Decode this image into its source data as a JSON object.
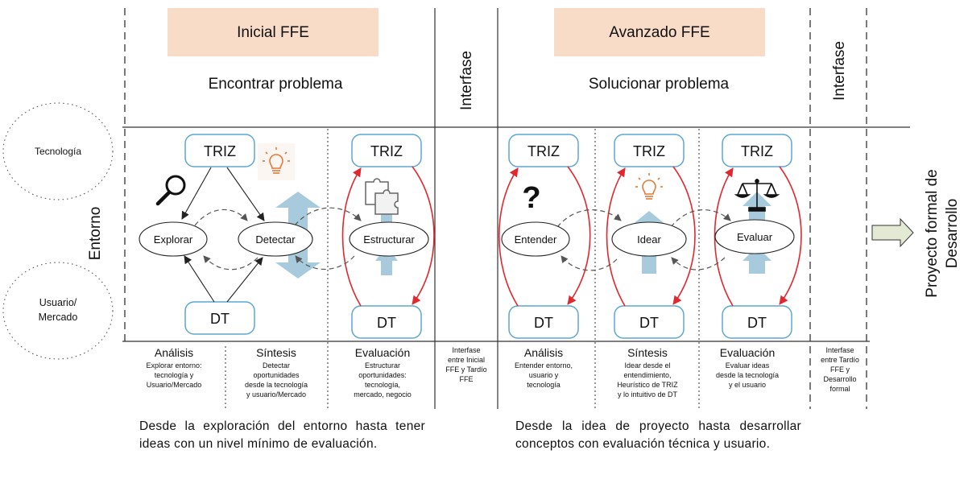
{
  "phases": {
    "initial_header": "Inicial FFE",
    "initial_subtitle": "Encontrar problema",
    "advanced_header": "Avanzado FFE",
    "advanced_subtitle": "Solucionar problema",
    "interface_label_1": "Interfase",
    "interface_label_2": "Interfase",
    "output_line1": "Proyecto formal de",
    "output_line2": "Desarrollo"
  },
  "environment": {
    "label": "Entorno",
    "technology": "Tecnología",
    "user_line1": "Usuario/",
    "user_line2": "Mercado"
  },
  "nodes": {
    "triz": "TRIZ",
    "dt": "DT",
    "explorar": "Explorar",
    "detectar": "Detectar",
    "estructurar": "Estructurar",
    "entender": "Entender",
    "idear": "Idear",
    "evaluar": "Evaluar"
  },
  "stages": [
    {
      "title": "Análisis",
      "lines": [
        "Explorar entorno:",
        "tecnología y",
        "Usuario/Mercado"
      ]
    },
    {
      "title": "Síntesis",
      "lines": [
        "Detectar",
        "oportunidades",
        "desde la tecnología",
        "y usuario/Mercado"
      ]
    },
    {
      "title": "Evaluación",
      "lines": [
        "Estructurar",
        "oportunidades:",
        "tecnología,",
        "mercado, negocio"
      ]
    },
    {
      "title": "",
      "lines": [
        "Interfase",
        "entre Inicial",
        "FFE y Tardío",
        "FFE"
      ]
    },
    {
      "title": "Análisis",
      "lines": [
        "Entender entorno,",
        "usuario y",
        "tecnología"
      ]
    },
    {
      "title": "Síntesis",
      "lines": [
        "Idear desde el",
        "entendimiento,",
        "Heurístico de TRIZ",
        "y lo intuitivo de DT"
      ]
    },
    {
      "title": "Evaluación",
      "lines": [
        "Evaluar ideas",
        "desde la tecnología",
        "y el usuario"
      ]
    },
    {
      "title": "",
      "lines": [
        "Interfase",
        "entre Tardío",
        "FFE y",
        "Desarrollo",
        "formal"
      ]
    }
  ],
  "footer": {
    "left": "Desde la exploración del entorno hasta tener ideas con un nivel mínimo de evaluación.",
    "right": "Desde la idea de proyecto hasta desarrollar conceptos con evaluación técnica y usuario."
  },
  "icons": [
    "magnifier-icon",
    "lightbulb-icon",
    "puzzle-icon",
    "question-mark-icon",
    "lightbulb-icon",
    "balance-scale-icon"
  ],
  "colors": {
    "header_fill": "#f8dcc8",
    "node_border": "#5ea6d2",
    "red_arrow": "#e0282e",
    "blue_arrow": "#a7cbdc",
    "output_arrow_fill": "#e3ead4"
  }
}
